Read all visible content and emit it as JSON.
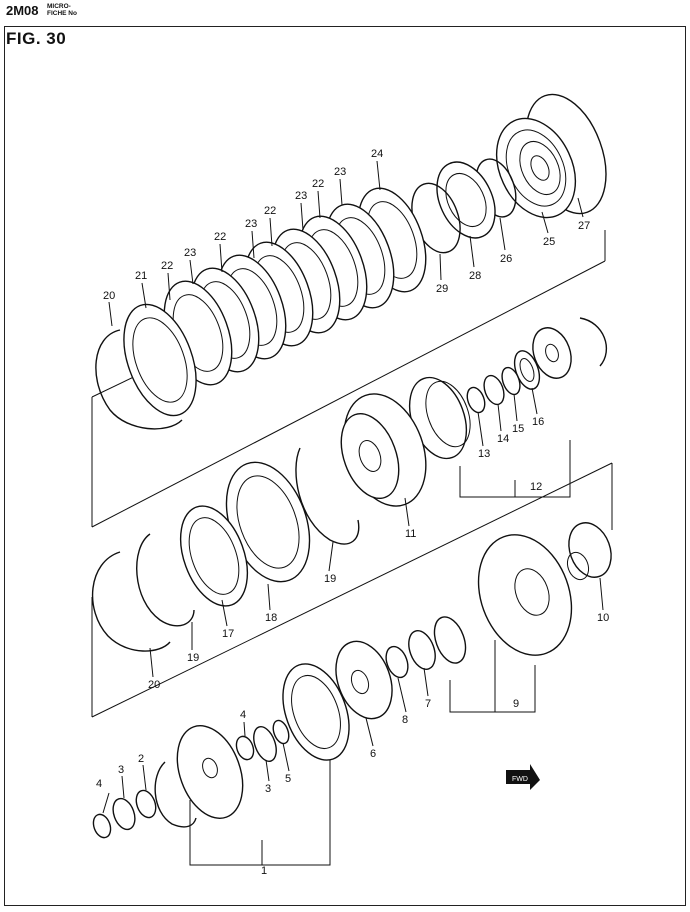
{
  "header": {
    "code": "2M08",
    "micro_line1": "MICRO-",
    "micro_line2": "FICHE No",
    "figure_title": "FIG.  30"
  },
  "callouts": {
    "c1": "1",
    "c2": "2",
    "c3a": "3",
    "c3b": "3",
    "c4a": "4",
    "c4b": "4",
    "c5": "5",
    "c6": "6",
    "c7": "7",
    "c8": "8",
    "c9": "9",
    "c10": "10",
    "c11": "11",
    "c12": "12",
    "c13": "13",
    "c14": "14",
    "c15": "15",
    "c16": "16",
    "c17": "17",
    "c18": "18",
    "c19a": "19",
    "c19b": "19",
    "c20a": "20",
    "c20b": "20",
    "c21": "21",
    "c22a": "22",
    "c22b": "22",
    "c22c": "22",
    "c22d": "22",
    "c23a": "23",
    "c23b": "23",
    "c23c": "23",
    "c23d": "23",
    "c24": "24",
    "c25": "25",
    "c26": "26",
    "c27": "27",
    "c28": "28",
    "c29": "29"
  },
  "direction_arrow": {
    "label": "FWD"
  }
}
